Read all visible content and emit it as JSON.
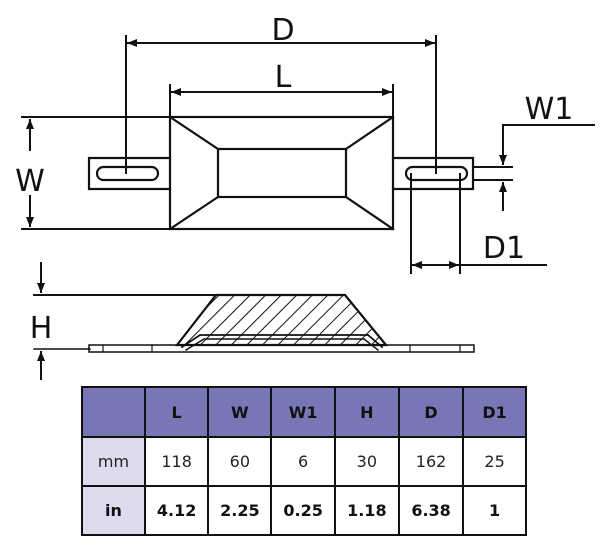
{
  "diagram": {
    "labels": {
      "D": "D",
      "L": "L",
      "W": "W",
      "W1": "W1",
      "D1": "D1",
      "H": "H"
    },
    "colors": {
      "line": "#111111",
      "header_bg": "#7877b5",
      "unit_cell_bg": "#dddcee"
    }
  },
  "table": {
    "columns": [
      "",
      "L",
      "W",
      "W1",
      "H",
      "D",
      "D1"
    ],
    "rows": [
      {
        "unit": "mm",
        "values": [
          "118",
          "60",
          "6",
          "30",
          "162",
          "25"
        ]
      },
      {
        "unit": "in",
        "values": [
          "4.12",
          "2.25",
          "0.25",
          "1.18",
          "6.38",
          "1"
        ]
      }
    ]
  }
}
